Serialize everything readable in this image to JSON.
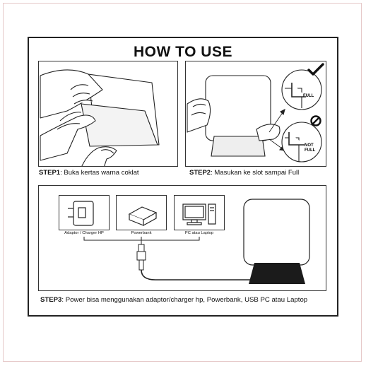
{
  "title": "HOW TO USE",
  "step1": {
    "label": "STEP1",
    "text": ": Buka kertas warna coklat"
  },
  "step2": {
    "label": "STEP2",
    "text": ": Masukan ke slot sampai Full",
    "full_label": "FULL",
    "not_full_label": "NOT FULL"
  },
  "step3": {
    "label": "STEP3",
    "text": ": Power bisa menggunakan adaptor/charger hp, Powerbank, USB PC atau Laptop",
    "sources": [
      "Adaptor / Charger HP",
      "Powerbank",
      "PC atau Laptop"
    ]
  },
  "icons": [
    "check-icon",
    "prohibited-icon",
    "adaptor-icon",
    "powerbank-icon",
    "pc-laptop-icon",
    "usb-plug-icon",
    "led-lamp-icon"
  ]
}
